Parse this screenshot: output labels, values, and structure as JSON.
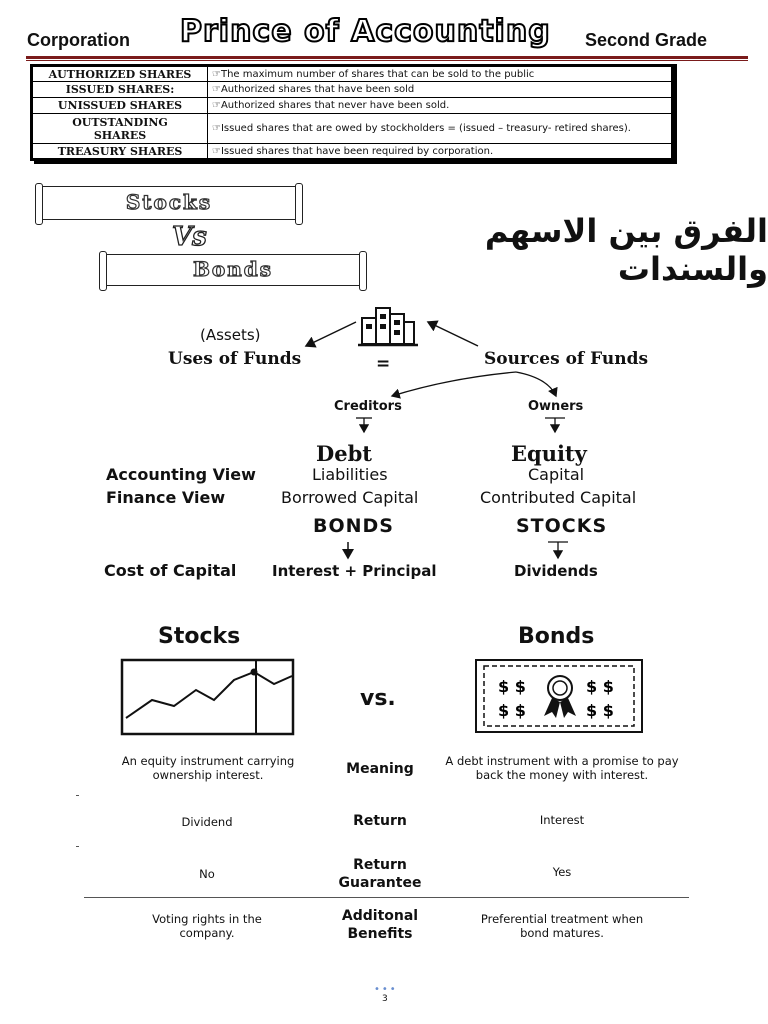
{
  "header": {
    "left": "Corporation",
    "title": "Prince of Accounting",
    "right": "Second Grade"
  },
  "definitions": [
    {
      "term": "AUTHORIZED SHARES",
      "definition": "☞The maximum number of shares that can be sold to the public"
    },
    {
      "term": "ISSUED SHARES:",
      "definition": "☞Authorized shares that have been sold"
    },
    {
      "term": "UNISSUED SHARES",
      "definition": "☞Authorized shares that never have been sold."
    },
    {
      "term": "OUTSTANDING SHARES",
      "definition": "☞Issued shares that are owed by stockholders = (issued – treasury- retired shares)."
    },
    {
      "term": "TREASURY SHARES",
      "definition": "☞Issued shares that have been required by corporation."
    }
  ],
  "banners": {
    "stocks": "Stocks",
    "vs": "Vs",
    "bonds": "Bonds",
    "arabic_title": "الفرق بين الاسهم والسندات"
  },
  "diagram": {
    "assets": "(Assets)",
    "uses": "Uses of Funds",
    "equals": "=",
    "sources": "Sources of Funds",
    "creditors": "Creditors",
    "owners": "Owners",
    "debt": "Debt",
    "equity": "Equity",
    "accounting_view": "Accounting View",
    "finance_view": "Finance View",
    "liabilities": "Liabilities",
    "capital": "Capital",
    "borrowed_capital": "Borrowed Capital",
    "contributed_capital": "Contributed Capital",
    "bonds": "BONDS",
    "stocks": "STOCKS",
    "cost_of_capital": "Cost of Capital",
    "interest_principal": "Interest + Principal",
    "dividends": "Dividends"
  },
  "comparison": {
    "left_title": "Stocks",
    "right_title": "Bonds",
    "vs": "vs.",
    "rows": [
      {
        "criterion": "Meaning",
        "stocks": "An equity instrument carrying ownership interest.",
        "bonds": "A debt instrument with a promise to pay back the money with interest."
      },
      {
        "criterion": "Return",
        "stocks": "Dividend",
        "bonds": "Interest"
      },
      {
        "criterion": "Return Guarantee",
        "stocks": "No",
        "bonds": "Yes"
      },
      {
        "criterion": "Additonal Benefits",
        "stocks": "Voting rights in the company.",
        "bonds": "Preferential treatment when bond matures."
      }
    ]
  },
  "page_number": "3"
}
